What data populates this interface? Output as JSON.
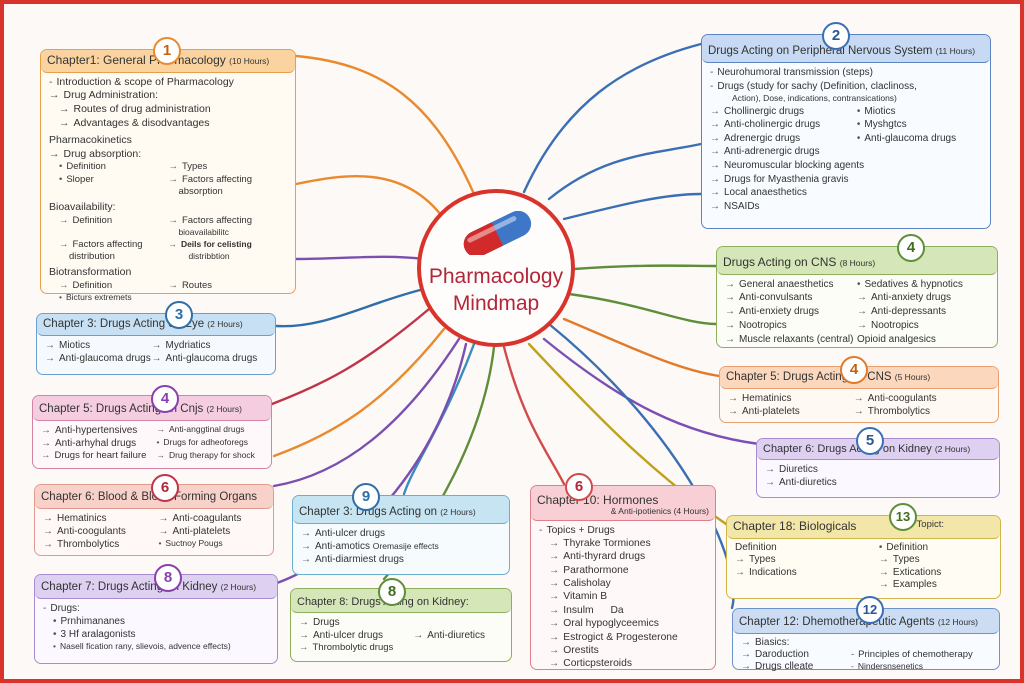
{
  "center": {
    "title_line1": "Pharmacology",
    "title_line2": "Mindmap",
    "icon": "capsule-icon"
  },
  "colors": {
    "frame": "#d9342b",
    "center": "#b2263a"
  },
  "nodes": {
    "n1": {
      "badge": "1",
      "title": "Chapter1: General Pharmacology",
      "hours": "(10 Hours)",
      "intro": "Introduction & scope of Pharmacology",
      "drug_admin": "Drug Administration:",
      "routes": "Routes of drug administration",
      "adv": "Advantages & disodvantages",
      "pk": "Pharmacokinetics",
      "absorption": "Drug absorption:",
      "def1": "Definition",
      "types": "Types",
      "sloper": "Sloper",
      "factors_abs1": "Factors affecting",
      "factors_abs2": "absorption",
      "bio": "Bioavailability:",
      "def2": "Definition",
      "factors_bio1": "Factors affecting",
      "factors_bio2": "bioavailabilitc",
      "fdist1": "Factors affecting",
      "fdist2": "distribution",
      "deils1": "Deils for celisting",
      "deils2": "distribbtion",
      "biot": "Biotransformation",
      "def3": "Definition",
      "routes2": "Routes",
      "bict": "Bicturs extremets"
    },
    "n2": {
      "badge": "2",
      "title": "Drugs Acting on Peripheral Nervous System",
      "hours": "(11 Hours)",
      "l1": "Neurohumoral transmission (steps)",
      "l2a": "Drugs (study for sachy (Definition, claclinoss,",
      "l2b": "Action), Dose, indications, contransications)",
      "a1": "Chollinergic drugs",
      "b1": "Miotics",
      "a2": "Anti-cholinergic drugs",
      "b2": "Myshgtcs",
      "a3": "Adrenergic drugs",
      "b3": "Anti-glaucoma drugs",
      "a4": "Anti-adrenergic drugs",
      "a5": "Neuromuscular blocking agents",
      "a6": "Drugs for Myasthenia gravis",
      "a7": "Local anaesthetics",
      "a8": "NSAIDs"
    },
    "n3": {
      "badge": "3",
      "title": "Chapter 3: Drugs Acting on Eye",
      "hours": "(2 Hours)",
      "a1": "Miotics",
      "b1": "Mydriatics",
      "a2": "Anti-glaucoma drugs",
      "b2": "Anti-glaucoma drugs"
    },
    "n4": {
      "badge": "4",
      "title": "Drugs Acting on CNS",
      "hours": "(8 Hours)",
      "a1": "General anaesthetics",
      "b1": "Sedatives & hypnotics",
      "a2": "Anti-convulsants",
      "b2": "Anti-anxiety drugs",
      "a3": "Anti-enxiety drugs",
      "b3": "Anti-depressants",
      "a4": "Nootropics",
      "b4": "Nootropics",
      "a5": "Muscle relaxants (central)",
      "b5": "Opioid analgesics"
    },
    "n5l": {
      "badge": "4",
      "title": "Chapter 5: Drugs Acting on Cnjs",
      "hours": "(2 Hours)",
      "a1": "Anti-hypertensives",
      "b1": "Anti-anggtinal drugs",
      "a2": "Anti-arhyhal drugs",
      "b2": "Drugs for adheoforegs",
      "a3": "Drugs for heart failure",
      "b3": "Drug therapy for shock"
    },
    "n5r": {
      "badge": "4",
      "title": "Chapter 5: Drugs Acting on CNS",
      "hours": "(5 Hours)",
      "a1": "Hematinics",
      "b1": "Anti-coogulants",
      "a2": "Anti-platelets",
      "b2": "Thrombolytics"
    },
    "n6b": {
      "badge": "6",
      "title": "Chapter 6: Blood & Blood Forming Organs",
      "a1": "Hematinics",
      "b1": "Anti-coagulants",
      "a2": "Anti-coogulants",
      "b2": "Anti-platelets",
      "a3": "Thrombolytics",
      "b3": "Suctnoy Pougs"
    },
    "n6k": {
      "badge": "5",
      "title": "Chapter 6: Drugs Acting on Kidney",
      "hours": "(2 Hours)",
      "a1": "Diuretics",
      "a2": "Anti-diuretics"
    },
    "n7": {
      "badge": "8",
      "title": "Chapter 7: Drugs Acting on Kidney",
      "hours": "(2 Hours)",
      "l0": "Drugs:",
      "l1": "Prnhimananes",
      "l2": "3 Hf aralagonists",
      "l3": "Nasell fication rany, slievois, advence effects)"
    },
    "n9": {
      "badge": "9",
      "title": "Chapter 3: Drugs Acting on",
      "hours": "(2 Hours)",
      "l1": "Anti-ulcer drugs",
      "l2": "Anti-amotics",
      "l2b": "Oremasije effects",
      "l3": "Anti-diarmiest drugs"
    },
    "n8": {
      "badge": "8",
      "title": "Chapter 8: Drugs Acting on Kidney:",
      "l1": "Drugs",
      "l2": "Anti-ulcer drugs",
      "l2b": "Anti-diuretics",
      "l3": "Thrombolytic drugs"
    },
    "n10": {
      "badge": "6",
      "title": "Chapter 10: Hormones",
      "sub": "& Anti-ipotienics (4 Hours)",
      "l0": "Topics + Drugs",
      "l1": "Thyrake Tormiones",
      "l2": "Anti-thyrard drugs",
      "l3": "Parathormone",
      "l4": "Calisholay",
      "l5": "Vitamin B",
      "l6": "Insulm",
      "l6b": "Da",
      "l7": "Oral hypoglyceemics",
      "l8": "Estrogict & Progesterone",
      "l9": "Orestits",
      "l10": "Corticpsteroids"
    },
    "n13": {
      "badge": "13",
      "title": "Chapter 18: Biologicals",
      "topic": "Topict:",
      "a1": "Definition",
      "b1": "Definition",
      "a2": "Types",
      "b2": "Types",
      "a3": "Indications",
      "b3": "Extications",
      "b4": "Examples"
    },
    "n12": {
      "badge": "12",
      "title": "Chapter 12: Dhemotherapeutic Agents",
      "hours": "(12 Hours)",
      "l0": "Biasics:",
      "a1": "Daroduction",
      "b1": "Principles of chemotherapy",
      "a2": "Drugs clleate",
      "b2": "Nindersnsenetics"
    }
  }
}
